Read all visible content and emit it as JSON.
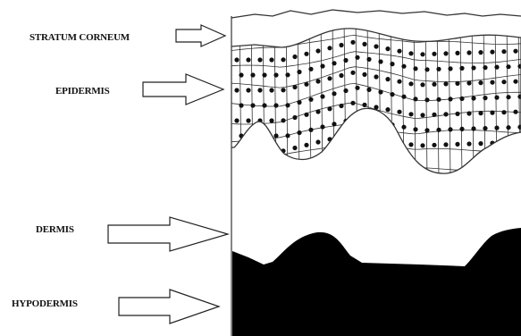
{
  "labels": {
    "stratum_corneum": "STRATUM CORNEUM",
    "epidermis": "EPIDERMIS",
    "dermis": "DERMIS",
    "hypodermis": "HYPODERMIS"
  },
  "colors": {
    "line": "#333333",
    "cell_nucleus": "#111111",
    "hypodermis_fill": "#000000",
    "background": "#ffffff"
  }
}
